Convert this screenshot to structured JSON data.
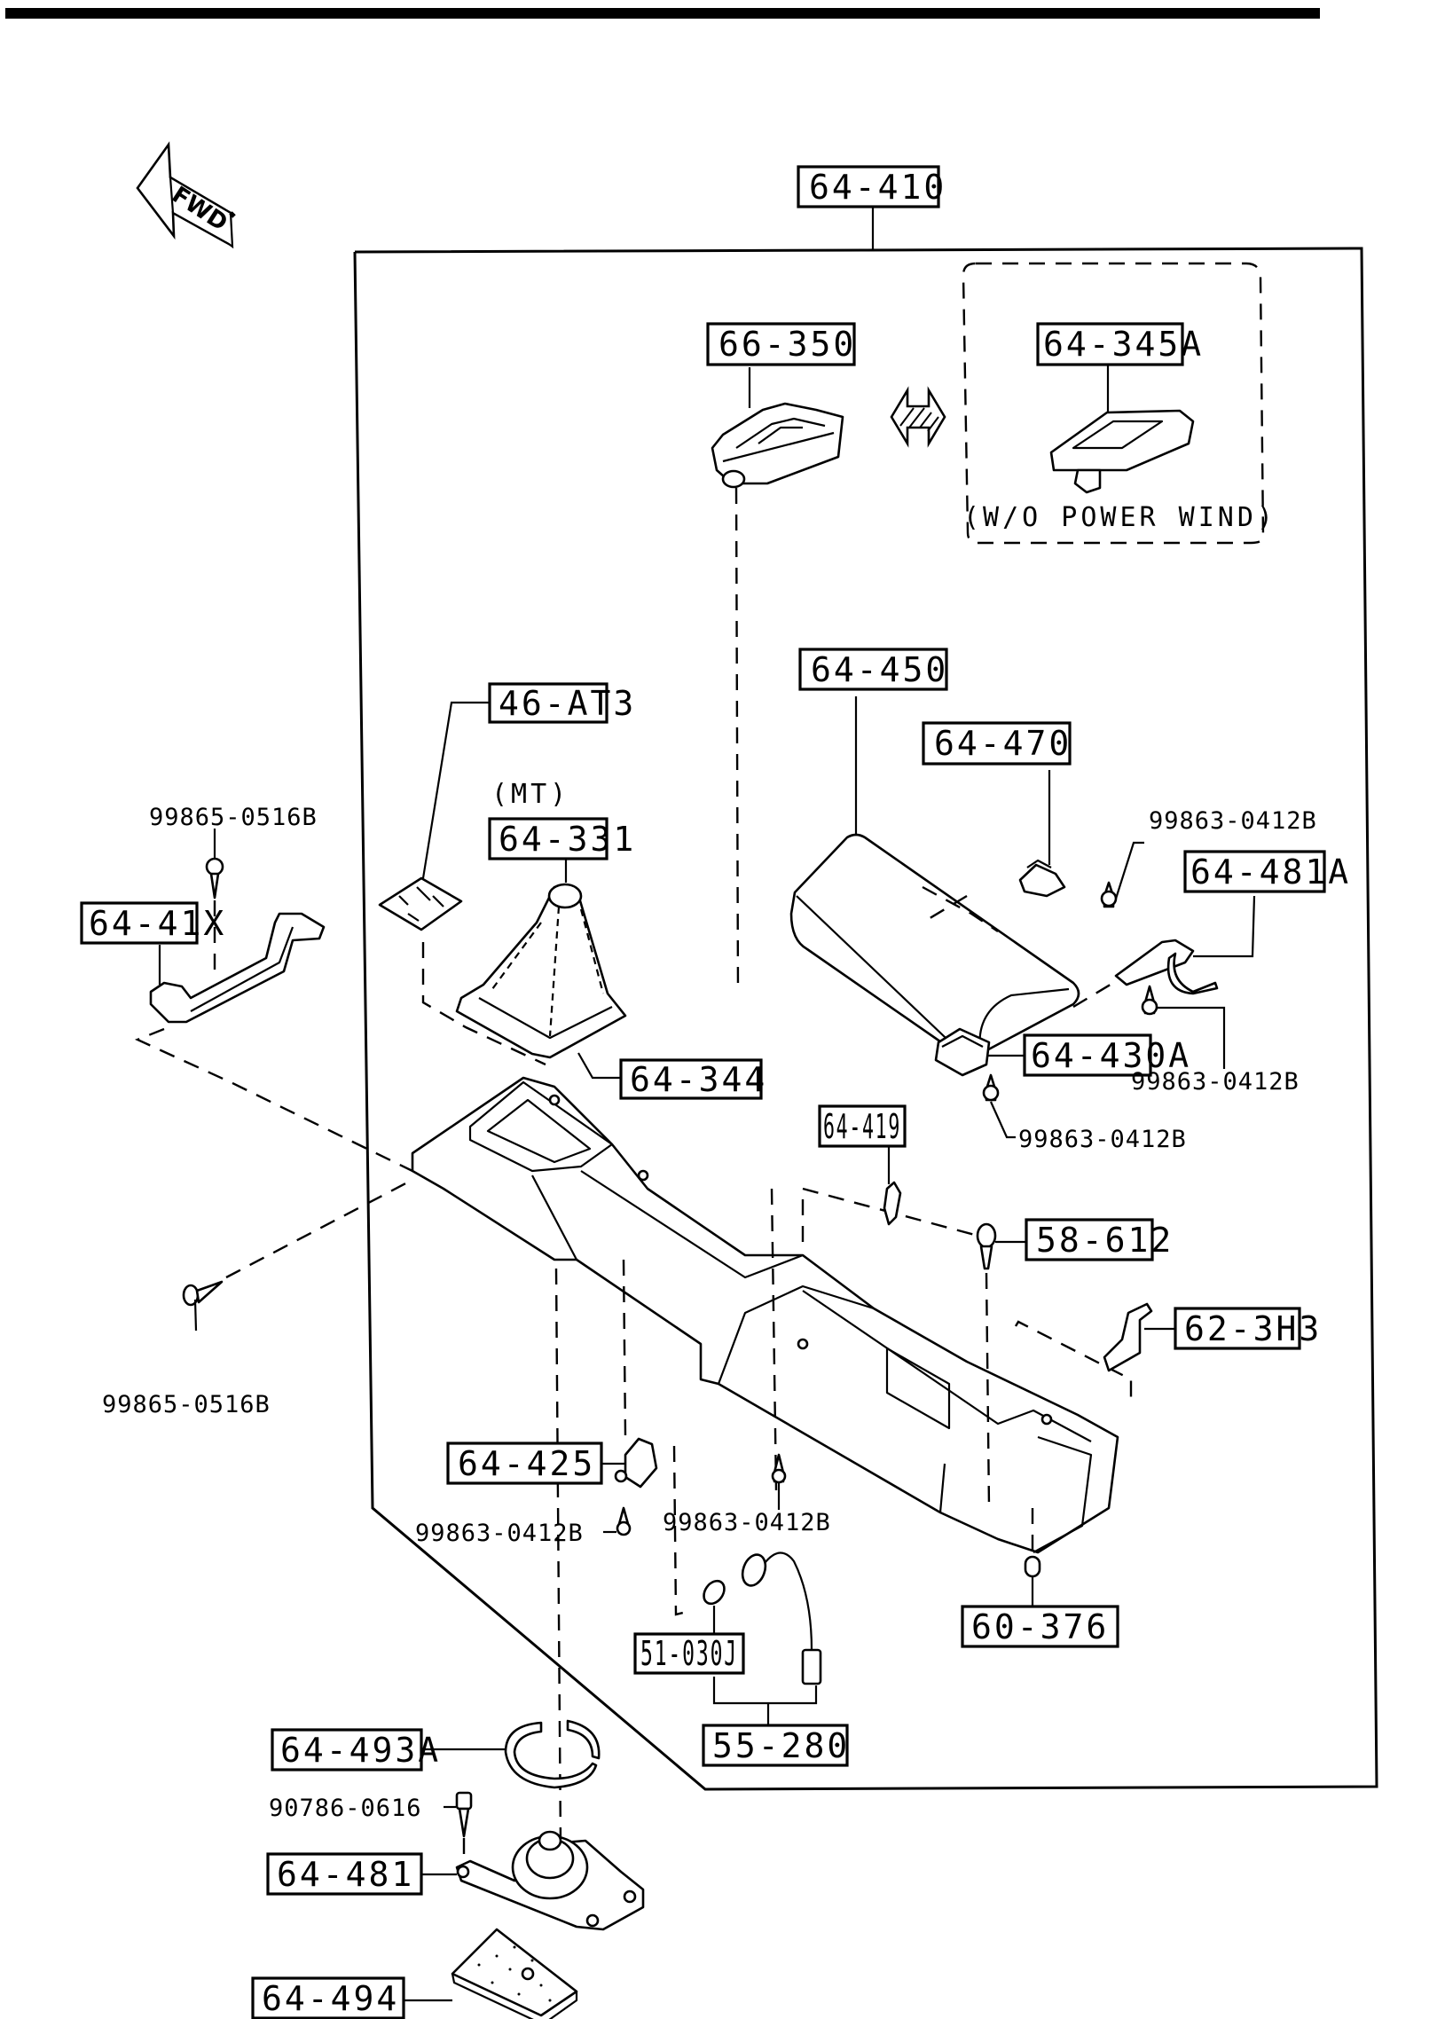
{
  "title": "Console Box Parts Diagram",
  "header_rule_color": "#000000",
  "direction_indicator": {
    "text": "FWD",
    "icon": "forward-arrow-icon"
  },
  "assembly": {
    "label": "64-410"
  },
  "variant_note": "(W/O POWER WIND)",
  "option_note": "(MT)",
  "boxed_labels": [
    {
      "id": "b1",
      "text": "64-410"
    },
    {
      "id": "b2",
      "text": "66-350"
    },
    {
      "id": "b3",
      "text": "64-345A"
    },
    {
      "id": "b4",
      "text": "64-450"
    },
    {
      "id": "b5",
      "text": "64-470"
    },
    {
      "id": "b6",
      "text": "64-481A"
    },
    {
      "id": "b7",
      "text": "46-AT3"
    },
    {
      "id": "b8",
      "text": "64-331"
    },
    {
      "id": "b9",
      "text": "64-41X"
    },
    {
      "id": "b10",
      "text": "64-344"
    },
    {
      "id": "b11",
      "text": "64-430A"
    },
    {
      "id": "b12",
      "text": "64-419"
    },
    {
      "id": "b13",
      "text": "58-612"
    },
    {
      "id": "b14",
      "text": "62-3H3"
    },
    {
      "id": "b15",
      "text": "64-425"
    },
    {
      "id": "b16",
      "text": "51-030J"
    },
    {
      "id": "b17",
      "text": "60-376"
    },
    {
      "id": "b18",
      "text": "55-280"
    },
    {
      "id": "b19",
      "text": "64-493A"
    },
    {
      "id": "b20",
      "text": "64-481"
    },
    {
      "id": "b21",
      "text": "64-494"
    }
  ],
  "fastener_labels": [
    {
      "id": "f1",
      "text": "99865-0516B"
    },
    {
      "id": "f2",
      "text": "99863-0412B"
    },
    {
      "id": "f3",
      "text": "99863-0412B"
    },
    {
      "id": "f4",
      "text": "99863-0412B"
    },
    {
      "id": "f5",
      "text": "99865-0516B"
    },
    {
      "id": "f6",
      "text": "99863-0412B"
    },
    {
      "id": "f7",
      "text": "99863-0412B"
    },
    {
      "id": "f8",
      "text": "90786-0616"
    }
  ]
}
